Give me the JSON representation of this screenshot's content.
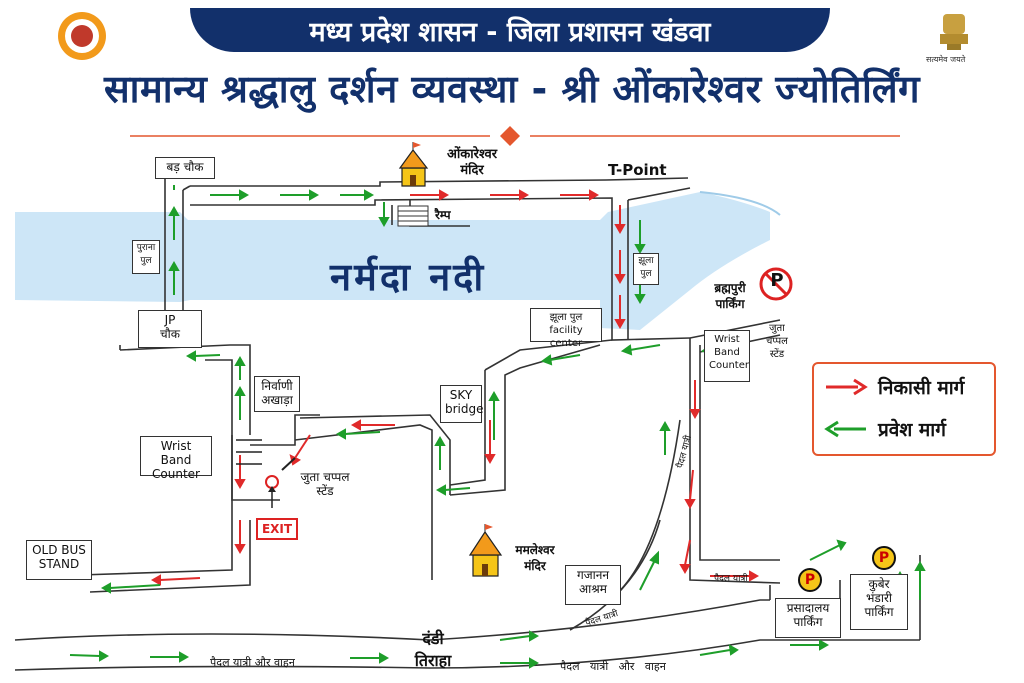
{
  "header": {
    "banner_text": "मध्य प्रदेश शासन - जिला प्रशासन खंडवा",
    "main_title": "सामान्य श्रद्धालु दर्शन व्यवस्था - श्री ओंकारेश्वर ज्योतिर्लिंग",
    "emblem_motto": "सत्यमेव जयते"
  },
  "map": {
    "river_label": "नर्मदा नदी",
    "places": {
      "bad_chowk": "बड़ चौक",
      "omkareshwar_mandir_line1": "ओंकारेश्वर",
      "omkareshwar_mandir_line2": "मंदिर",
      "t_point": "T-Point",
      "ramp": "रैम्प",
      "purana_pul_line1": "पुराना",
      "purana_pul_line2": "पुल",
      "jhula_pul_line1": "झूला",
      "jhula_pul_line2": "पुल",
      "jp_chowk_line1": "JP",
      "jp_chowk_line2": "चौक",
      "jhula_pul_facility_line1": "झूला पुल",
      "jhula_pul_facility_line2": "facility center",
      "brahmpuri_parking_line1": "ब्रह्मपुरी",
      "brahmpuri_parking_line2": "पार्किंग",
      "wrist_band_right_line1": "Wrist",
      "wrist_band_right_line2": "Band",
      "wrist_band_right_line3": "Counter",
      "juta_chappal_right_line1": "जुता",
      "juta_chappal_right_line2": "चप्पल",
      "juta_chappal_right_line3": "स्टेंड",
      "nirvani_akhada_line1": "निर्वाणी",
      "nirvani_akhada_line2": "अखाड़ा",
      "sky_bridge_line1": "SKY",
      "sky_bridge_line2": "bridge",
      "wrist_band_left_line1": "Wrist Band",
      "wrist_band_left_line2": "Counter",
      "juta_chappal_left_line1": "जुता चप्पल",
      "juta_chappal_left_line2": "स्टेंड",
      "exit": "EXIT",
      "old_bus_stand_line1": "OLD BUS",
      "old_bus_stand_line2": "STAND",
      "mamleshwar_line1": "ममलेश्वर",
      "mamleshwar_line2": "मंदिर",
      "gajanan_ashram_line1": "गजानन",
      "gajanan_ashram_line2": "आश्रम",
      "prasadalay_parking_line1": "प्रसादालय",
      "prasadalay_parking_line2": "पार्किंग",
      "kuber_bhandari_line1": "कुबेर",
      "kuber_bhandari_line2": "भंडारी",
      "kuber_bhandari_line3": "पार्किंग",
      "dandi_tiraha_line1": "दंडी",
      "dandi_tiraha_line2": "तिराहा"
    },
    "road_labels": {
      "paidal_yatri_vahan_left": "पैदल यात्री और वाहन",
      "paidal_yatri_vahan_right": "पैदल   यात्री   और   वाहन",
      "paidal_yatri_1": "पैदल यात्री",
      "paidal_yatri_2": "पैदल यात्री",
      "paidal_yatri_3": "पैदल यात्री"
    },
    "parking_symbol": "P",
    "no_parking_symbol": "P"
  },
  "legend": {
    "exit_route": "निकासी मार्ग",
    "entry_route": "प्रवेश मार्ग"
  },
  "colors": {
    "header_navy": "#12306b",
    "river": "#cde6f7",
    "exit_arrow": "#e02a2a",
    "entry_arrow": "#1e9e2a",
    "parking_yellow": "#f5c518",
    "temple_orange": "#f29a1b"
  }
}
